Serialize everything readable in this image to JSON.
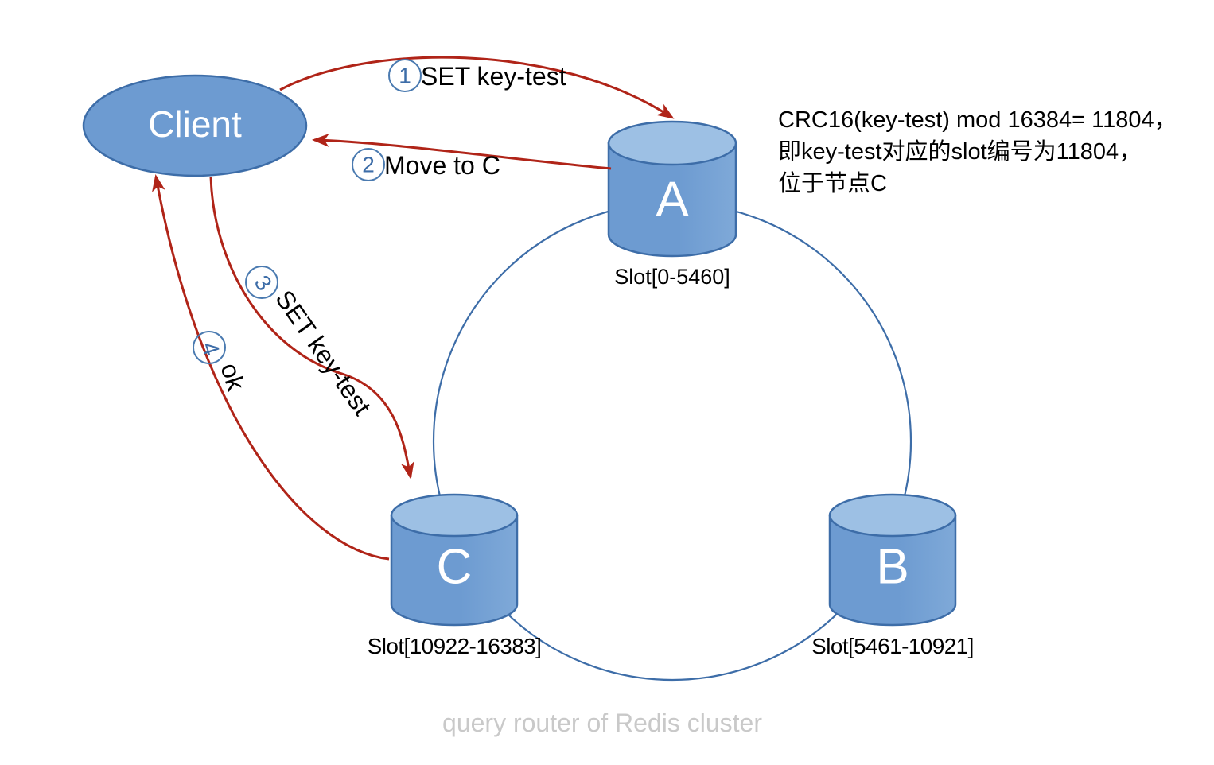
{
  "diagram": {
    "caption": "query router of Redis cluster",
    "colors": {
      "node_fill": "#6d9bd1",
      "node_top_fill": "#9dc0e4",
      "node_stroke": "#3d6da8",
      "arrow": "#b02418",
      "ring": "#3d6da8",
      "step_number": "#3d6da8",
      "caption": "#c9c9c9",
      "node_text": "#ffffff",
      "background": "#ffffff"
    },
    "client": {
      "label": "Client"
    },
    "nodes": [
      {
        "id": "A",
        "label": "A",
        "slot_label": "Slot[0-5460]"
      },
      {
        "id": "B",
        "label": "B",
        "slot_label": "Slot[5461-10921]"
      },
      {
        "id": "C",
        "label": "C",
        "slot_label": "Slot[10922-16383]"
      }
    ],
    "steps": [
      {
        "number": "1",
        "text": "SET key-test",
        "from": "Client",
        "to": "A"
      },
      {
        "number": "2",
        "text": "Move to C",
        "from": "A",
        "to": "Client"
      },
      {
        "number": "3",
        "text": "SET key-test",
        "from": "Client",
        "to": "C"
      },
      {
        "number": "4",
        "text": "ok",
        "from": "C",
        "to": "Client"
      }
    ],
    "note": {
      "line1": "CRC16(key-test) mod 16384= 11804，",
      "line2": "即key-test对应的slot编号为11804，",
      "line3": "位于节点C"
    }
  }
}
